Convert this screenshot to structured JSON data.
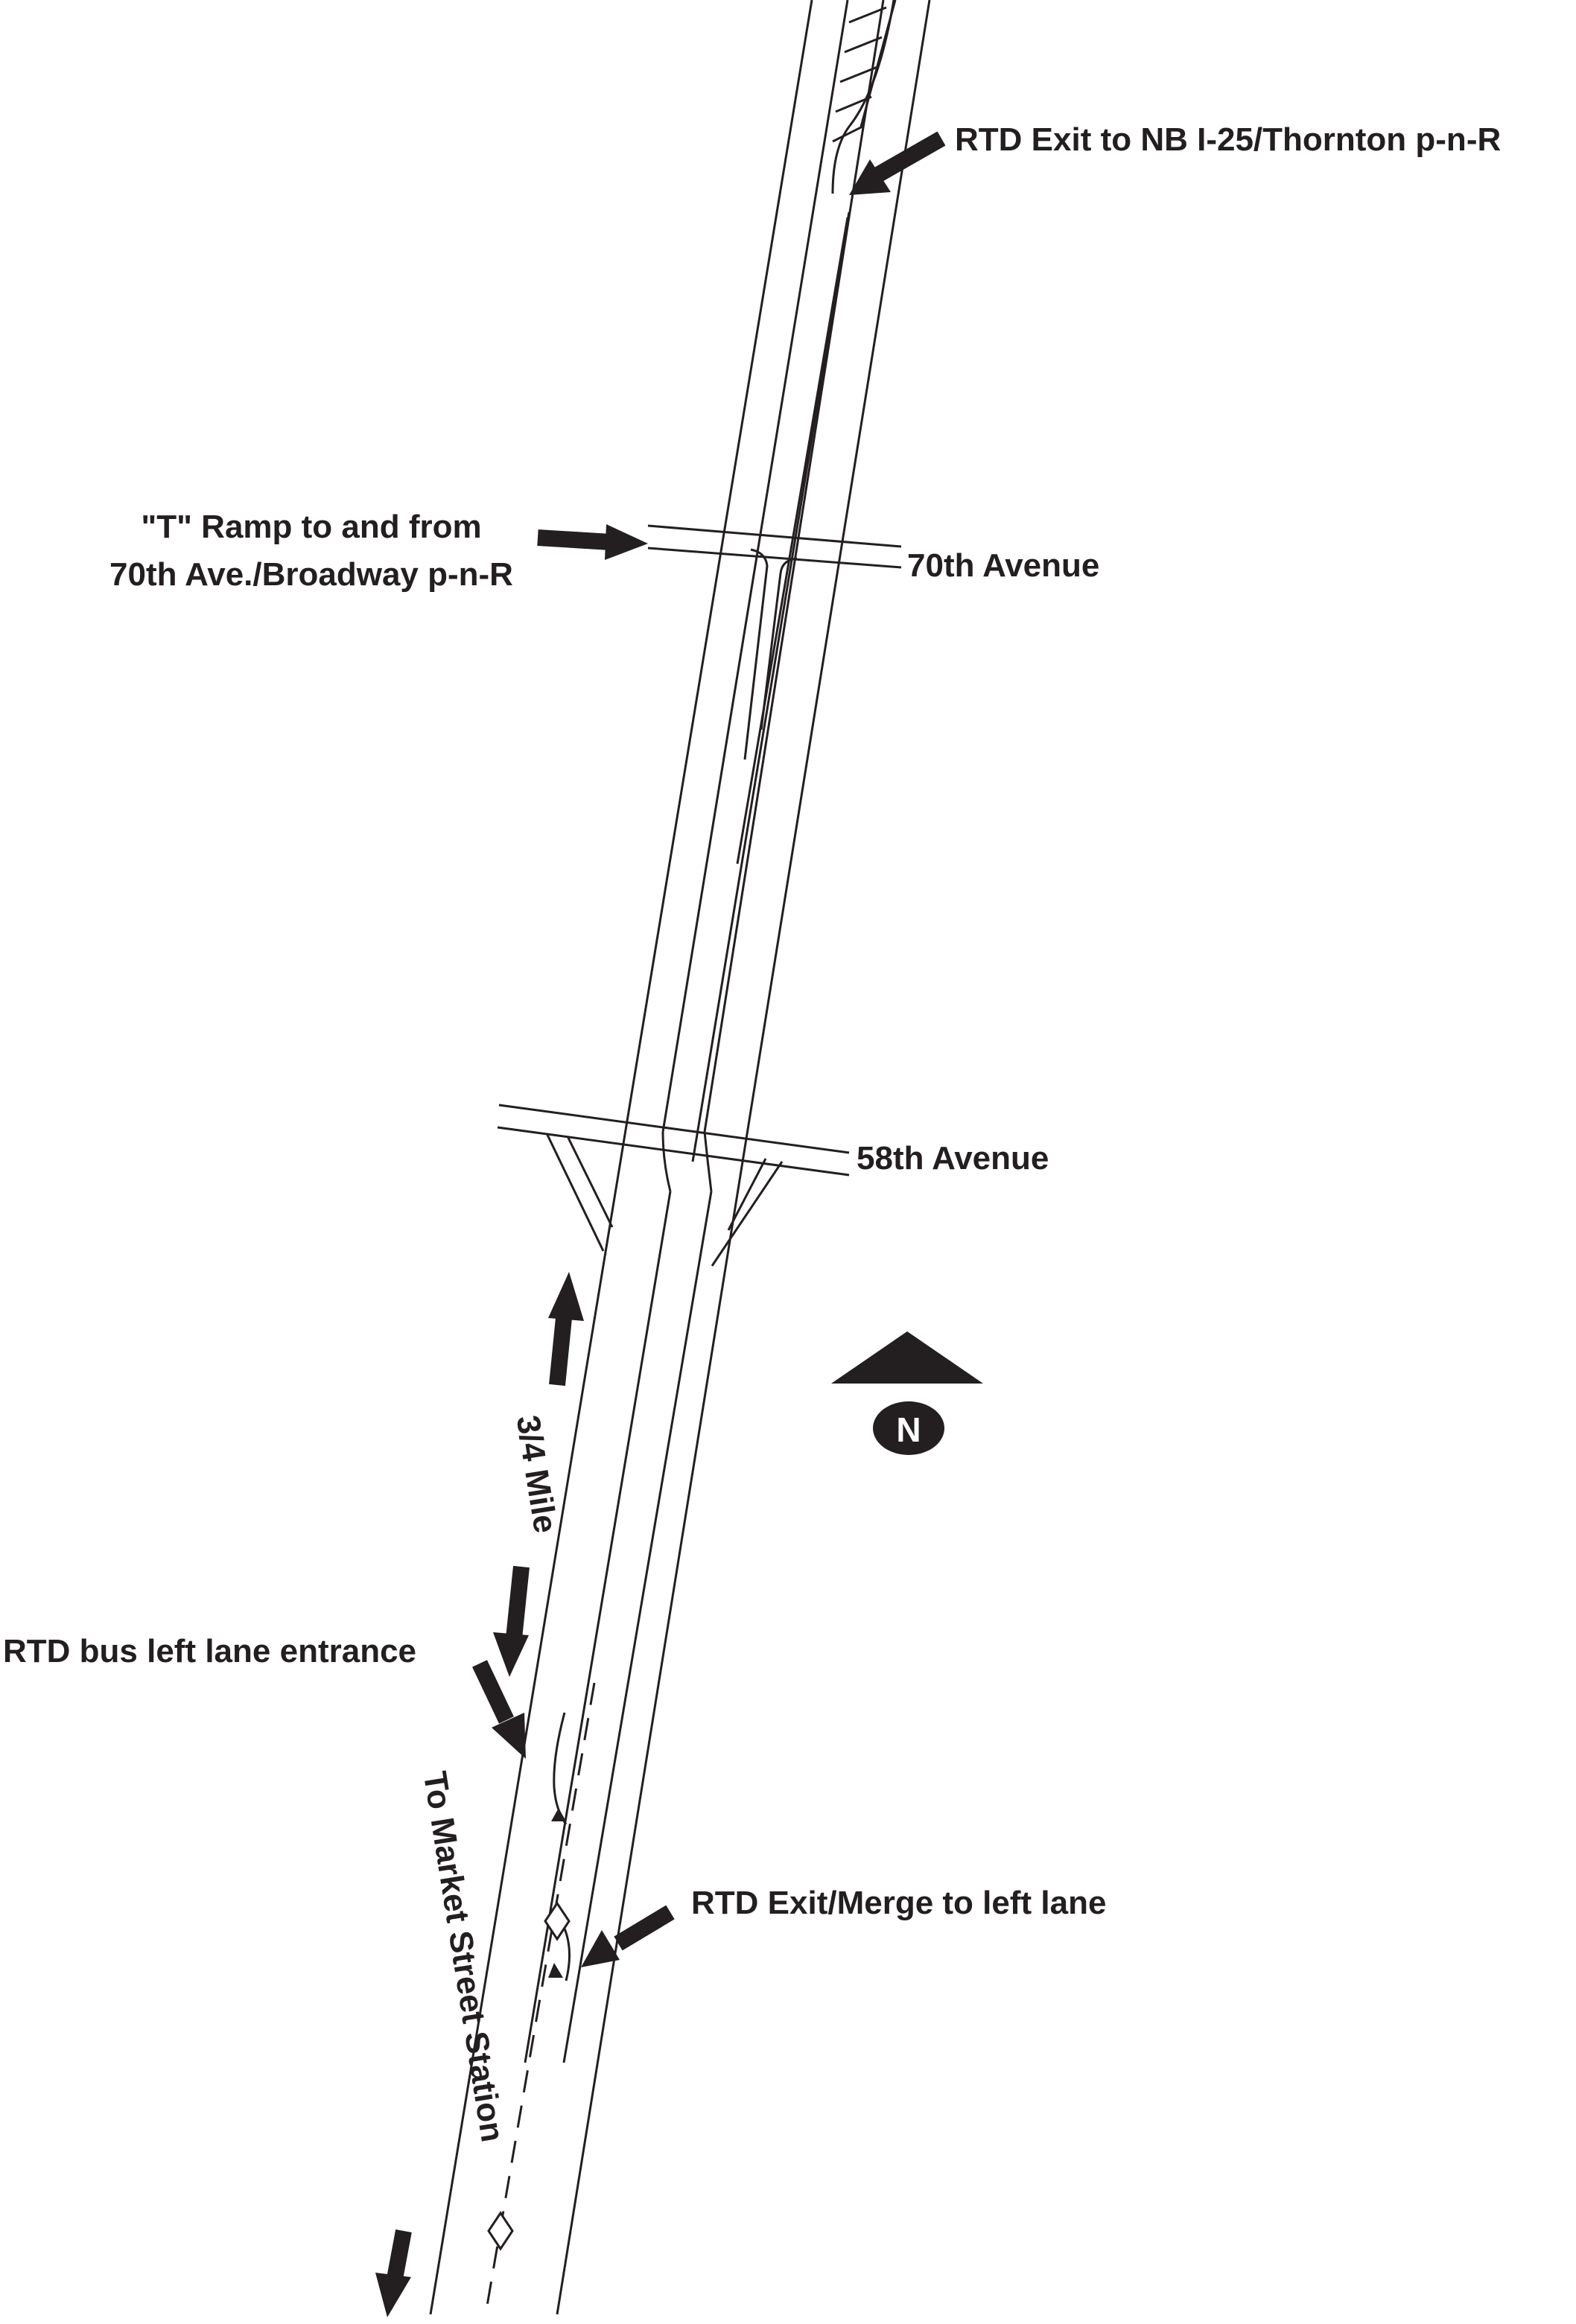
{
  "map": {
    "labels": {
      "rtd_exit_thornton": "RTD Exit to NB I-25/Thornton p-n-R",
      "t_ramp_line1": "\"T\" Ramp to and from",
      "t_ramp_line2": "70th Ave./Broadway p-n-R",
      "avenue_70th": "70th Avenue",
      "avenue_58th": "58th Avenue",
      "distance": "3/4 Mile",
      "rtd_bus_left_lane": "RTD bus left lane entrance",
      "rtd_exit_merge": "RTD Exit/Merge to left lane",
      "to_market_street": "To Market Street Station",
      "north": "N"
    },
    "colors": {
      "line": "#231f20",
      "background": "#ffffff"
    }
  }
}
